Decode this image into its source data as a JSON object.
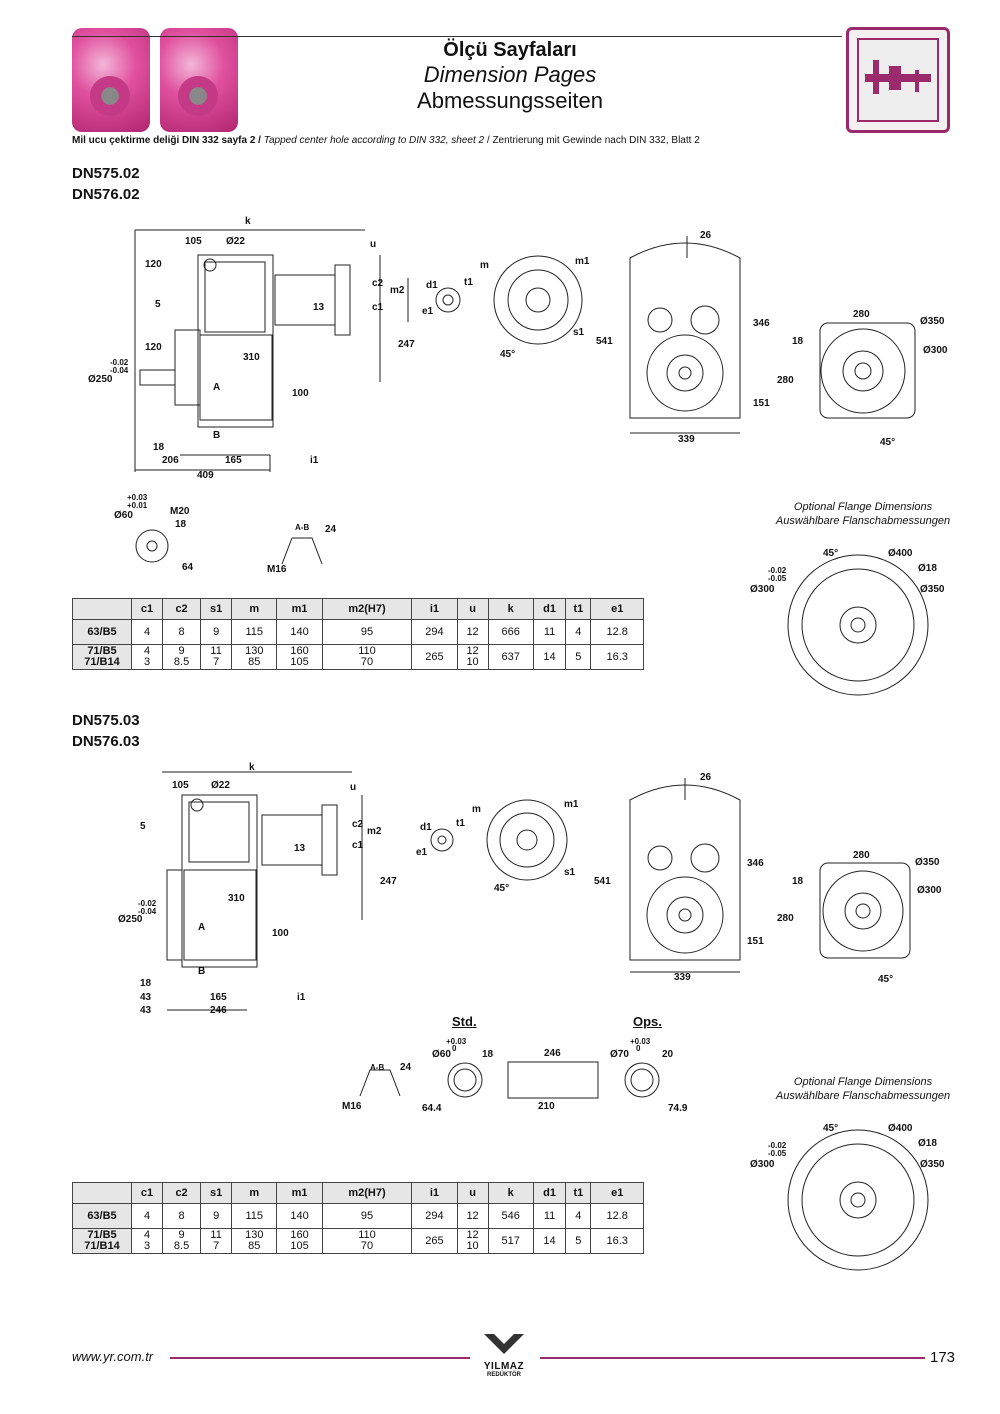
{
  "header": {
    "title_tr": "Ölçü Sayfaları",
    "title_en": "Dimension Pages",
    "title_de": "Abmessungsseiten",
    "accent_color": "#9a2a6b"
  },
  "note": {
    "tr": "Mil ucu çektirme deliği DIN 332 sayfa 2 /",
    "en": "Tapped center hole according to DIN 332, sheet 2",
    "sep": "/",
    "de": "Zentrierung mit Gewinde nach DIN 332, Blatt 2"
  },
  "section1": {
    "model_a": "DN575.02",
    "model_b": "DN576.02",
    "labels": {
      "k": "k",
      "d105": "105",
      "d22": "Ø22",
      "u": "u",
      "d120a": "120",
      "d5": "5",
      "c2": "c2",
      "m2": "m2",
      "c1": "c1",
      "d13": "13",
      "d247": "247",
      "d120b": "120",
      "tol_a": "-0.02",
      "tol_b": "-0.04",
      "d250": "Ø250",
      "d310": "310",
      "A": "A",
      "d100": "100",
      "B": "B",
      "d18": "18",
      "d206": "206",
      "d165": "165",
      "i1": "i1",
      "d409": "409",
      "m": "m",
      "m1": "m1",
      "s1": "s1",
      "d45": "45°",
      "d1": "d1",
      "t1": "t1",
      "e1": "e1",
      "d26": "26",
      "d541": "541",
      "d346": "346",
      "d151": "151",
      "d339": "339",
      "d280a": "280",
      "d350": "Ø350",
      "d300": "Ø300",
      "d18b": "18",
      "d280b": "280",
      "d45b": "45°",
      "tol_c": "+0.03",
      "tol_d": "+0.01",
      "d60": "Ø60",
      "M20": "M20",
      "d18c": "18",
      "d64": "64",
      "AB": "A-B",
      "d24": "24",
      "M16": "M16"
    },
    "flange_title_en": "Optional Flange Dimensions",
    "flange_title_de": "Auswählbare Flanschabmessungen",
    "flange": {
      "d45": "45°",
      "d400": "Ø400",
      "d18": "Ø18",
      "d350": "Ø350",
      "tol_a": "-0.02",
      "tol_b": "-0.05",
      "d300": "Ø300"
    }
  },
  "table1": {
    "headers": [
      "",
      "c1",
      "c2",
      "s1",
      "m",
      "m1",
      "m2(H7)",
      "i1",
      "u",
      "k",
      "d1",
      "t1",
      "e1"
    ],
    "row1": {
      "label": "63/B5",
      "c1": "4",
      "c2": "8",
      "s1": "9",
      "m": "115",
      "m1": "140",
      "m2": "95",
      "i1": "294",
      "u": "12",
      "k": "666",
      "d1": "11",
      "t1": "4",
      "e1": "12.8"
    },
    "row2": {
      "label_a": "71/B5",
      "label_b": "71/B14",
      "c1_a": "4",
      "c1_b": "3",
      "c2_a": "9",
      "c2_b": "8.5",
      "s1_a": "11",
      "s1_b": "7",
      "m_a": "130",
      "m_b": "85",
      "m1_a": "160",
      "m1_b": "105",
      "m2_a": "110",
      "m2_b": "70",
      "i1": "265",
      "u_a": "12",
      "u_b": "10",
      "k": "637",
      "d1": "14",
      "t1": "5",
      "e1": "16.3"
    }
  },
  "section2": {
    "model_a": "DN575.03",
    "model_b": "DN576.03",
    "labels": {
      "k": "k",
      "d105": "105",
      "d22": "Ø22",
      "u": "u",
      "d5": "5",
      "c2": "c2",
      "m2": "m2",
      "c1": "c1",
      "d13": "13",
      "d247": "247",
      "d310": "310",
      "tol_a": "-0.02",
      "tol_b": "-0.04",
      "d250": "Ø250",
      "A": "A",
      "d100": "100",
      "B": "B",
      "d18": "18",
      "d43a": "43",
      "d165": "165",
      "i1": "i1",
      "d43b": "43",
      "d246": "246",
      "m": "m",
      "m1": "m1",
      "s1": "s1",
      "d45": "45°",
      "d1": "d1",
      "t1": "t1",
      "e1": "e1",
      "d26": "26",
      "d541": "541",
      "d346": "346",
      "d151": "151",
      "d339": "339",
      "d280a": "280",
      "d350": "Ø350",
      "d300": "Ø300",
      "d18b": "18",
      "d280b": "280",
      "d45b": "45°",
      "std": "Std.",
      "ops": "Ops.",
      "AB": "A-B",
      "d24": "24",
      "M16": "M16",
      "s_tol_a": "+0.03",
      "s_tol_b": "0",
      "d60": "Ø60",
      "d18c": "18",
      "d64_4": "64.4",
      "d246b": "246",
      "d210": "210",
      "o_tol_a": "+0.03",
      "o_tol_b": "0",
      "d70": "Ø70",
      "d20": "20",
      "d74_9": "74.9"
    },
    "flange_title_en": "Optional Flange Dimensions",
    "flange_title_de": "Auswählbare Flanschabmessungen",
    "flange": {
      "d45": "45°",
      "d400": "Ø400",
      "d18": "Ø18",
      "d350": "Ø350",
      "tol_a": "-0.02",
      "tol_b": "-0.05",
      "d300": "Ø300"
    }
  },
  "table2": {
    "headers": [
      "",
      "c1",
      "c2",
      "s1",
      "m",
      "m1",
      "m2(H7)",
      "i1",
      "u",
      "k",
      "d1",
      "t1",
      "e1"
    ],
    "row1": {
      "label": "63/B5",
      "c1": "4",
      "c2": "8",
      "s1": "9",
      "m": "115",
      "m1": "140",
      "m2": "95",
      "i1": "294",
      "u": "12",
      "k": "546",
      "d1": "11",
      "t1": "4",
      "e1": "12.8"
    },
    "row2": {
      "label_a": "71/B5",
      "label_b": "71/B14",
      "c1_a": "4",
      "c1_b": "3",
      "c2_a": "9",
      "c2_b": "8.5",
      "s1_a": "11",
      "s1_b": "7",
      "m_a": "130",
      "m_b": "85",
      "m1_a": "160",
      "m1_b": "105",
      "m2_a": "110",
      "m2_b": "70",
      "i1": "265",
      "u_a": "12",
      "u_b": "10",
      "k": "517",
      "d1": "14",
      "t1": "5",
      "e1": "16.3"
    }
  },
  "footer": {
    "url": "www.yr.com.tr",
    "logo_name": "YILMAZ",
    "logo_sub": "REDÜKTÖR",
    "page": "173"
  }
}
